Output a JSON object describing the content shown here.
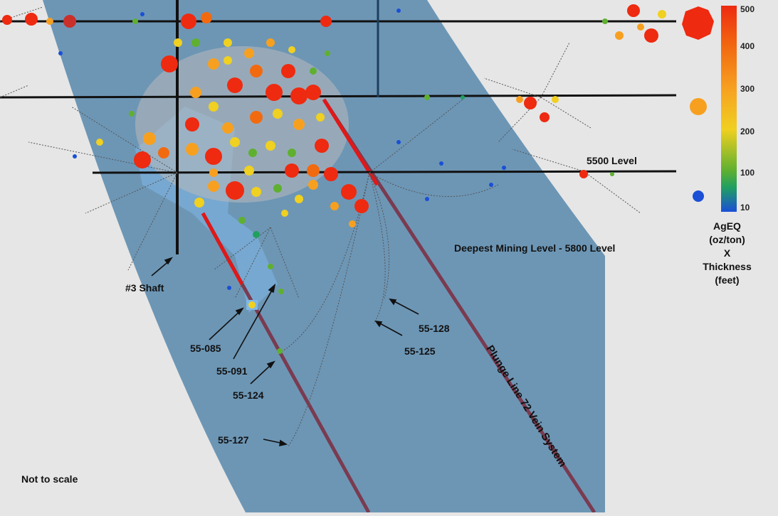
{
  "diagram": {
    "level_labels": {
      "level_5500": "5500 Level",
      "deepest": "Deepest Mining Level - 5800 Level"
    },
    "shaft_label": "#3 Shaft",
    "plunge_label": "Plunge Line 72 Vein System",
    "scale_note": "Not to scale",
    "holes": [
      "55-085",
      "55-091",
      "55-124",
      "55-127",
      "55-128",
      "55-125"
    ]
  },
  "legend": {
    "ticks": [
      "500",
      "400",
      "300",
      "200",
      "100",
      "10"
    ],
    "title_lines": [
      "AgEQ",
      "(oz/ton)",
      "X",
      "Thickness",
      "(feet)"
    ]
  },
  "colors": {
    "vein_plane": "#4a7fa6",
    "plunge_line": "#7a3b50",
    "high": "#ee2a10",
    "mid": "#f7a020",
    "low": "#1a4fd6"
  }
}
